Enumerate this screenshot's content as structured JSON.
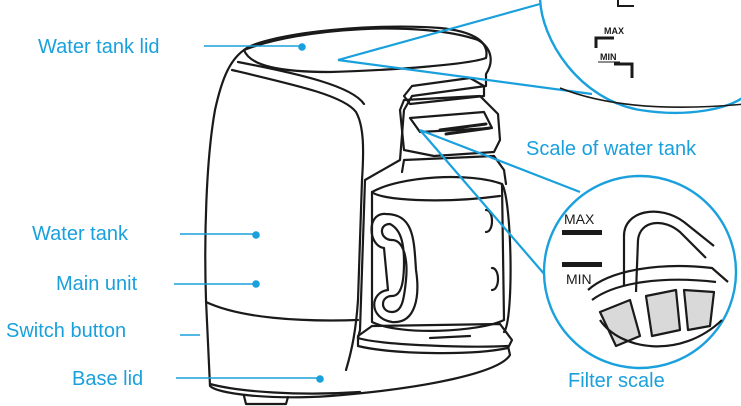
{
  "colors": {
    "label": "#1aa0dc",
    "leader": "#1aa0dc",
    "outline": "#1a1a1a",
    "scale_text": "#1a1a1a"
  },
  "labels": {
    "water_tank_lid": "Water tank lid",
    "water_tank": "Water tank",
    "main_unit": "Main unit",
    "switch_button": "Switch button",
    "base_lid": "Base lid",
    "scale_of_water_tank": "Scale of water tank",
    "filter_scale": "Filter scale"
  },
  "tank_scale": {
    "max": "MAX",
    "min": "MIN"
  },
  "filter_scale_marks": {
    "max": "MAX",
    "min": "MIN"
  }
}
